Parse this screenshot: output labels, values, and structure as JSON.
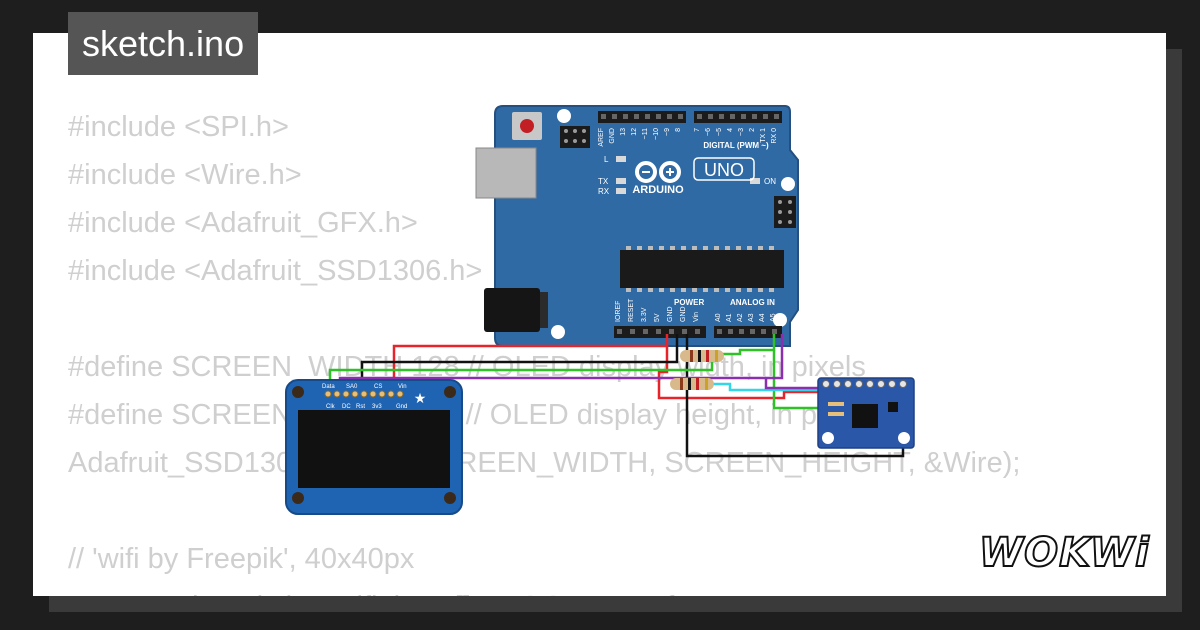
{
  "file_tab": {
    "name": "sketch.ino"
  },
  "code_lines": [
    "#include <SPI.h>",
    "#include <Wire.h>",
    "#include <Adafruit_GFX.h>",
    "#include <Adafruit_SSD1306.h>",
    "",
    "#define SCREEN_WIDTH 128 // OLED display width, in pixels",
    "#define SCREEN_HEIGHT 64 // OLED display height, in pixels",
    "Adafruit_SSD1306 display(SCREEN_WIDTH, SCREEN_HEIGHT, &Wire);",
    "",
    "// 'wifi by Freepik', 40x40px",
    "const unsigned char wifi_icon [] PROGMEM = {"
  ],
  "arduino": {
    "model": "UNO",
    "brand": "ARDUINO",
    "digital_label": "DIGITAL (PWM ~)",
    "power_label": "POWER",
    "analog_label": "ANALOG IN",
    "on_label": "ON",
    "led_labels": [
      "L",
      "TX",
      "RX"
    ],
    "top_pins": [
      "AREF",
      "GND",
      "13",
      "12",
      "~11",
      "~10",
      "~9",
      "8",
      "7",
      "~6",
      "~5",
      "4",
      "~3",
      "2",
      "TX 1",
      "RX 0"
    ],
    "power_pins": [
      "IOREF",
      "RESET",
      "3.3V",
      "5V",
      "GND",
      "GND",
      "Vin"
    ],
    "analog_pins": [
      "A0",
      "A1",
      "A2",
      "A3",
      "A4",
      "A5"
    ]
  },
  "oled": {
    "top_pins": [
      "Data",
      "SA0",
      "CS",
      "Vin"
    ],
    "bottom_pins": [
      "Clk",
      "DC",
      "Rst",
      "3v3",
      "Gnd"
    ]
  },
  "logo": {
    "text": "WOKWi"
  },
  "colors": {
    "board": "#2f6aa5",
    "oled_board": "#1f63b3",
    "sensor_board": "#2a57a8",
    "wire_red": "#e8232a",
    "wire_black": "#111111",
    "wire_green": "#2ec227",
    "wire_cyan": "#32d6e6",
    "wire_purple": "#8a2fb0",
    "code_text": "#cfcfcf"
  }
}
